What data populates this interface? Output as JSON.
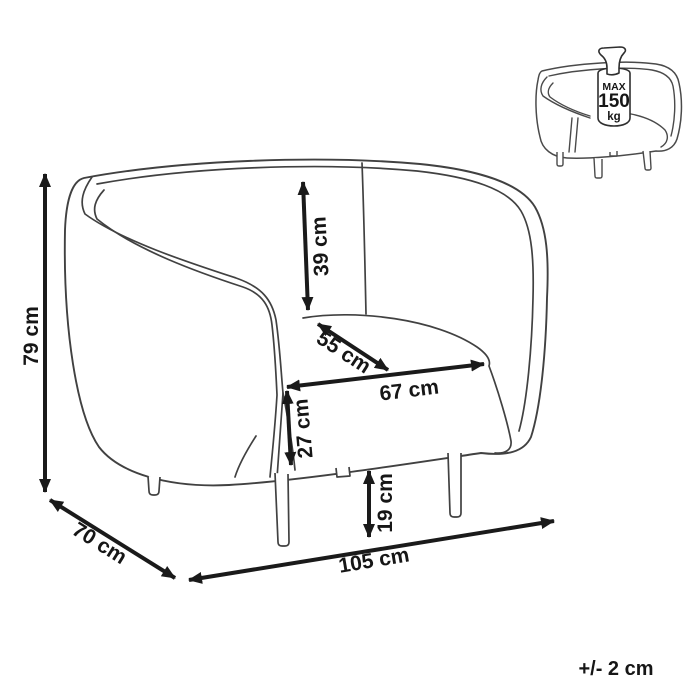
{
  "dimensions": {
    "height": "79 cm",
    "depth": "70 cm",
    "width": "105 cm",
    "backrest_height": "39 cm",
    "seat_depth": "55 cm",
    "seat_width": "67 cm",
    "seat_height": "27 cm",
    "leg_height": "19 cm"
  },
  "max_load": {
    "icon": "kettlebell-weight-icon",
    "line1": "MAX",
    "line2": "150",
    "line3": "kg"
  },
  "tolerance": "+/- 2 cm",
  "colors": {
    "background": "#ffffff",
    "drawing_line": "#414141",
    "dimension_line": "#1a1a1a",
    "text": "#161616"
  }
}
